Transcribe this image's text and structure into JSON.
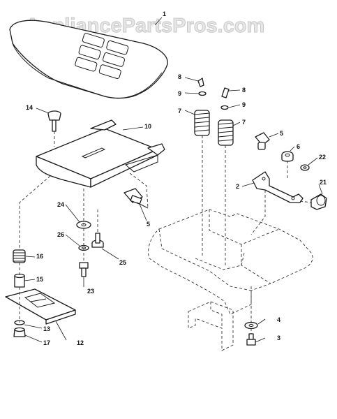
{
  "watermark": "AppliancePartsPros.com",
  "callouts": {
    "c1": "1",
    "c2": "2",
    "c3": "3",
    "c4": "4",
    "c5a": "5",
    "c5b": "5",
    "c6": "6",
    "c7a": "7",
    "c7b": "7",
    "c8a": "8",
    "c8b": "8",
    "c9a": "9",
    "c9b": "9",
    "c10": "10",
    "c12": "12",
    "c13": "13",
    "c14": "14",
    "c15": "15",
    "c16": "16",
    "c17": "17",
    "c21": "21",
    "c22": "22",
    "c23": "23",
    "c24": "24",
    "c25": "25",
    "c26": "26"
  }
}
